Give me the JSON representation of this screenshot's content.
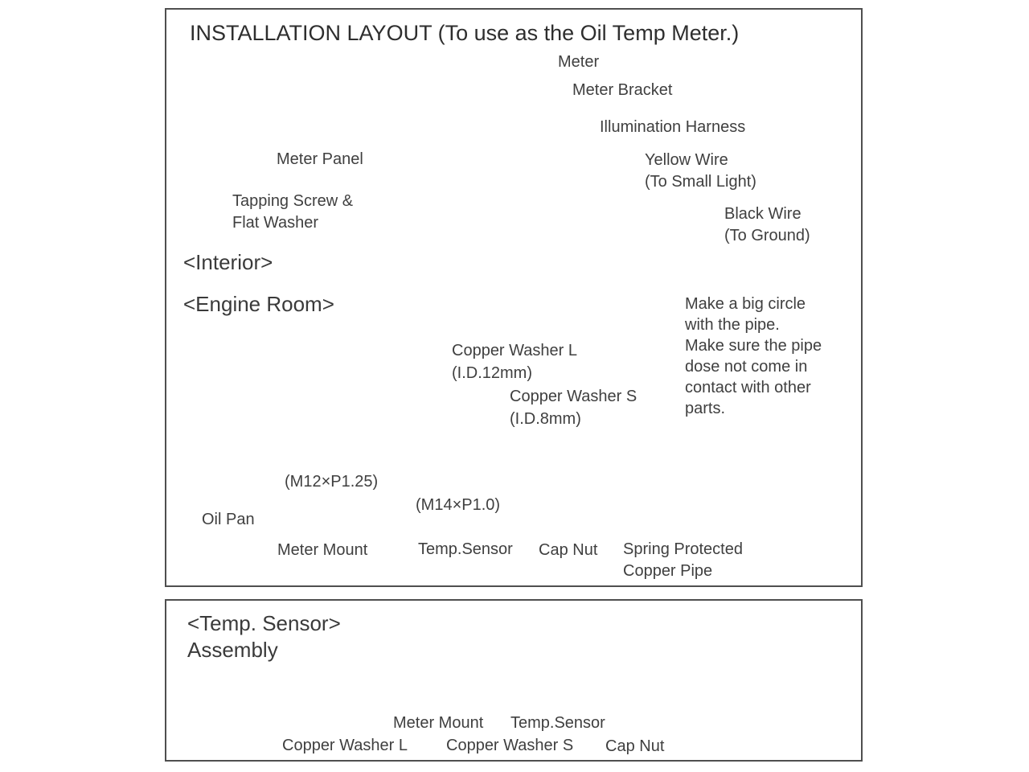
{
  "title": "INSTALLATION LAYOUT (To use as the Oil Temp Meter.)",
  "interior": {
    "section_label": "<Interior>",
    "labels": {
      "meter": "Meter",
      "meter_bracket": "Meter Bracket",
      "illumination_harness": "Illumination Harness",
      "yellow_wire": "Yellow Wire\n(To Small Light)",
      "black_wire": "Black Wire\n(To Ground)",
      "meter_panel": "Meter Panel",
      "tapping_screw": "Tapping Screw &\nFlat Washer"
    }
  },
  "engine_room": {
    "section_label": "<Engine Room>",
    "labels": {
      "copper_washer_l": "Copper Washer L\n(I.D.12mm)",
      "copper_washer_s": "Copper Washer S\n(I.D.8mm)",
      "m12": "(M12×P1.25)",
      "m14": "(M14×P1.0)",
      "oil_pan": "Oil Pan",
      "meter_mount": "Meter Mount",
      "temp_sensor": "Temp.Sensor",
      "cap_nut": "Cap Nut",
      "spring_pipe": "Spring Protected\nCopper Pipe"
    },
    "note": "Make a big circle\nwith the pipe.\nMake sure the pipe\ndose not come in\ncontact with other\nparts."
  },
  "assembly": {
    "title": "<Temp. Sensor>\nAssembly",
    "labels": {
      "meter_mount": "Meter Mount",
      "temp_sensor": "Temp.Sensor",
      "copper_washer_l": "Copper Washer L",
      "copper_washer_s": "Copper Washer S",
      "cap_nut": "Cap Nut"
    }
  },
  "colors": {
    "line": "#8c8c8c",
    "text": "#3f3f3f",
    "border": "#4f4f4f",
    "background": "#ffffff"
  }
}
